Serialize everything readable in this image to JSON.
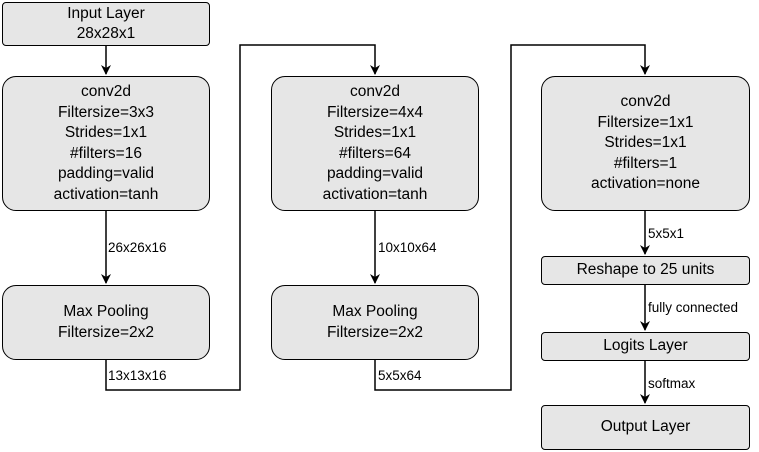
{
  "nodes": {
    "input": {
      "lines": [
        "Input Layer",
        "28x28x1"
      ]
    },
    "conv1": {
      "lines": [
        "conv2d",
        "Filtersize=3x3",
        "Strides=1x1",
        "#filters=16",
        "padding=valid",
        "activation=tanh"
      ]
    },
    "pool1": {
      "lines": [
        "Max Pooling",
        "Filtersize=2x2"
      ]
    },
    "conv2": {
      "lines": [
        "conv2d",
        "Filtersize=4x4",
        "Strides=1x1",
        "#filters=64",
        "padding=valid",
        "activation=tanh"
      ]
    },
    "pool2": {
      "lines": [
        "Max Pooling",
        "Filtersize=2x2"
      ]
    },
    "conv3": {
      "lines": [
        "conv2d",
        "Filtersize=1x1",
        "Strides=1x1",
        "#filters=1",
        "activation=none"
      ]
    },
    "reshape": {
      "lines": [
        "Reshape to 25 units"
      ]
    },
    "logits": {
      "lines": [
        "Logits Layer"
      ]
    },
    "output": {
      "lines": [
        "Output Layer"
      ]
    }
  },
  "edges": {
    "conv1_pool1": "26x26x16",
    "pool1_conv2": "13x13x16",
    "conv2_pool2": "10x10x64",
    "pool2_conv3": "5x5x64",
    "conv3_reshape": "5x5x1",
    "reshape_logits": "fully connected",
    "logits_output": "softmax"
  },
  "colors": {
    "node_fill": "#e6e6e6",
    "stroke": "#000000"
  }
}
